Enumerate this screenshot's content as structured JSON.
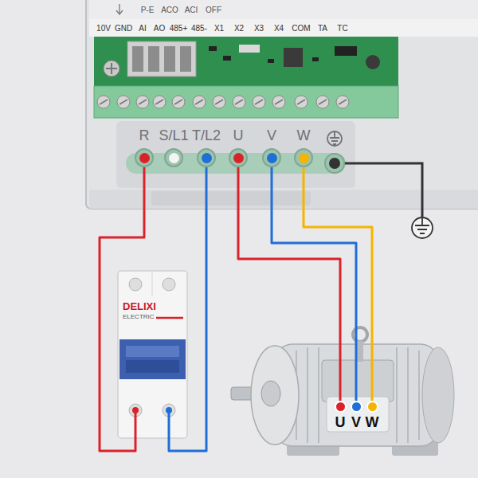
{
  "diagram": {
    "nodes": [
      {
        "text": [
          "R"
        ]
      },
      {
        "text": [
          "S/L1"
        ]
      },
      {
        "text": [
          "T/L2"
        ]
      },
      {
        "text": [
          "U"
        ]
      },
      {
        "text": [
          "V"
        ]
      },
      {
        "text": [
          "W"
        ]
      },
      {
        "text": [
          "DELIXI",
          "ELECTRIC"
        ]
      },
      {
        "text": [
          "U"
        ]
      },
      {
        "text": [
          "V"
        ]
      },
      {
        "text": [
          "W"
        ]
      }
    ],
    "edges": [
      {
        "from": 0,
        "to": 6,
        "arrow": "none"
      },
      {
        "from": 2,
        "to": 6,
        "arrow": "none"
      },
      {
        "from": 3,
        "to": 7,
        "arrow": "none"
      },
      {
        "from": 4,
        "to": 8,
        "arrow": "none"
      },
      {
        "from": 5,
        "to": 9,
        "arrow": "none"
      }
    ],
    "labels": [
      "P-E",
      "ACO",
      "ACI",
      "OFF",
      "10V",
      "GND",
      "AI",
      "AO",
      "485+",
      "485-",
      "X1",
      "X2",
      "X3",
      "X4",
      "COM",
      "TA",
      "TC"
    ]
  }
}
